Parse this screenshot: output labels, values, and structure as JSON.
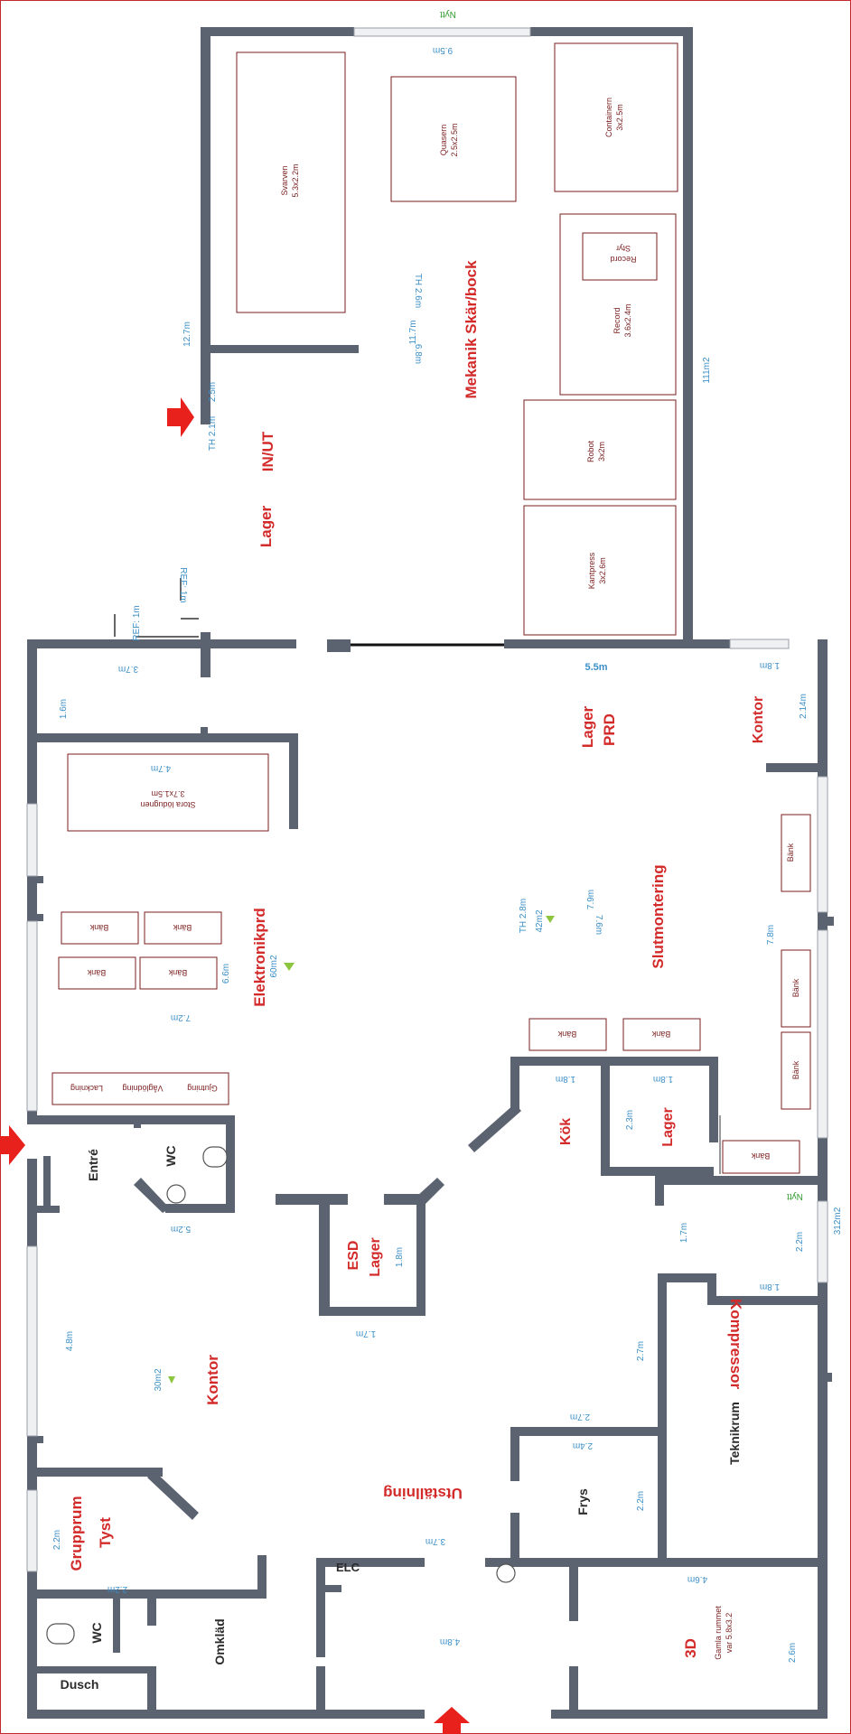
{
  "colors": {
    "wall": "#5b6270",
    "room_label": "#d32a2a",
    "measure": "#3b8fc7",
    "equipment": "#7a1e1e",
    "text_dark": "#2b2b2b",
    "marker_green": "#8cc63f",
    "border": "#c5282f",
    "note_green": "#2e9a2e"
  },
  "rooms": {
    "mekanik": "Mekanik Skär/bock",
    "in_ut": "IN/UT",
    "lager_top": "Lager",
    "lager_prd_1": "Lager",
    "lager_prd_2": "PRD",
    "slutmontering": "Slutmontering",
    "kontor_right": "Kontor",
    "elektronikprd": "Elektronikprd",
    "kok": "Kök",
    "lager_small": "Lager",
    "esd_1": "ESD",
    "esd_2": "Lager",
    "kontor_main": "Kontor",
    "kompressor": "Kompressor",
    "utstallning": "Utställning",
    "grupprum_1": "Grupprum",
    "grupprum_2": "Tyst",
    "threed": "3D",
    "entre": "Entré",
    "wc_1": "WC",
    "wc_2": "WC",
    "teknikrum": "Teknikrum",
    "frys": "Frys",
    "elc": "ELC",
    "omklad": "Omkläd",
    "dusch": "Dusch"
  },
  "equipment": {
    "svarven": [
      "Svarven",
      "5.3x2.2m"
    ],
    "quasern": [
      "Quasern",
      "2.5x2.5m"
    ],
    "containern": [
      "Containern",
      "3x2.5m"
    ],
    "record": [
      "Record",
      "3.6x2.4m"
    ],
    "record_styr": [
      "Record",
      "Styr"
    ],
    "robot": [
      "Robot",
      "3x2m"
    ],
    "kantpress": [
      "Kantpress",
      "3x2.6m"
    ],
    "lodugnen": [
      "Stora lödugnen",
      "3.7x1.5m"
    ],
    "bank": "Bänk",
    "gjutning": "Gjutning",
    "vagloding": "Våglödning",
    "lackning": "Lackning",
    "gamla_rummet": [
      "Gamla rummet",
      "var 5.8x3.2"
    ]
  },
  "measures": {
    "m_9_5": "9.5m",
    "m_12_7": "12.7m",
    "m_2_5": "2.5m",
    "th_2_1": "TH 2.1m",
    "th_2_6": "TH 2.6m",
    "m_11_7": "11.7m",
    "m_6_8": "6.8m",
    "m_111m2": "111m2",
    "ref_1": "REF: 1m",
    "ref_2": "REF: 1m",
    "m_3_7a": "3.7m",
    "m_1_6": "1.6m",
    "m_4_7": "4.7m",
    "m_5_5": "5.5m",
    "m_1_8a": "1.8m",
    "m_2_14": "2.14m",
    "th_2_8": "TH 2.8m",
    "m_42m2": "42m2",
    "m_7_9": "7.9m",
    "m_7_6": "7.6m",
    "m_7_8": "7.8m",
    "m_60m2": "60m2",
    "m_6_6": "6.6m",
    "m_7_2": "7.2m",
    "m_1_8b": "1.8m",
    "m_1_8c": "1.8m",
    "m_2_3": "2.3m",
    "m_312m2": "312m2",
    "m_1_7a": "1.7m",
    "m_2_2a": "2.2m",
    "m_1_8d": "1.8m",
    "m_5_2": "5.2m",
    "m_1_8e": "1.8m",
    "m_1_7b": "1.7m",
    "m_4_8a": "4.8m",
    "m_30m2": "30m2",
    "m_2_7a": "2.7m",
    "m_2_7b": "2.7m",
    "m_2_4": "2.4m",
    "m_2_2b": "2.2m",
    "m_3_7b": "3.7m",
    "m_2_2c": "2.2m",
    "m_2_2d": "2.2m",
    "m_4_8b": "4.8m",
    "m_4_6": "4.6m",
    "m_2_6": "2.6m"
  },
  "notes": {
    "nytt_top": "Nytt",
    "nytt_mid": "Nytt"
  }
}
